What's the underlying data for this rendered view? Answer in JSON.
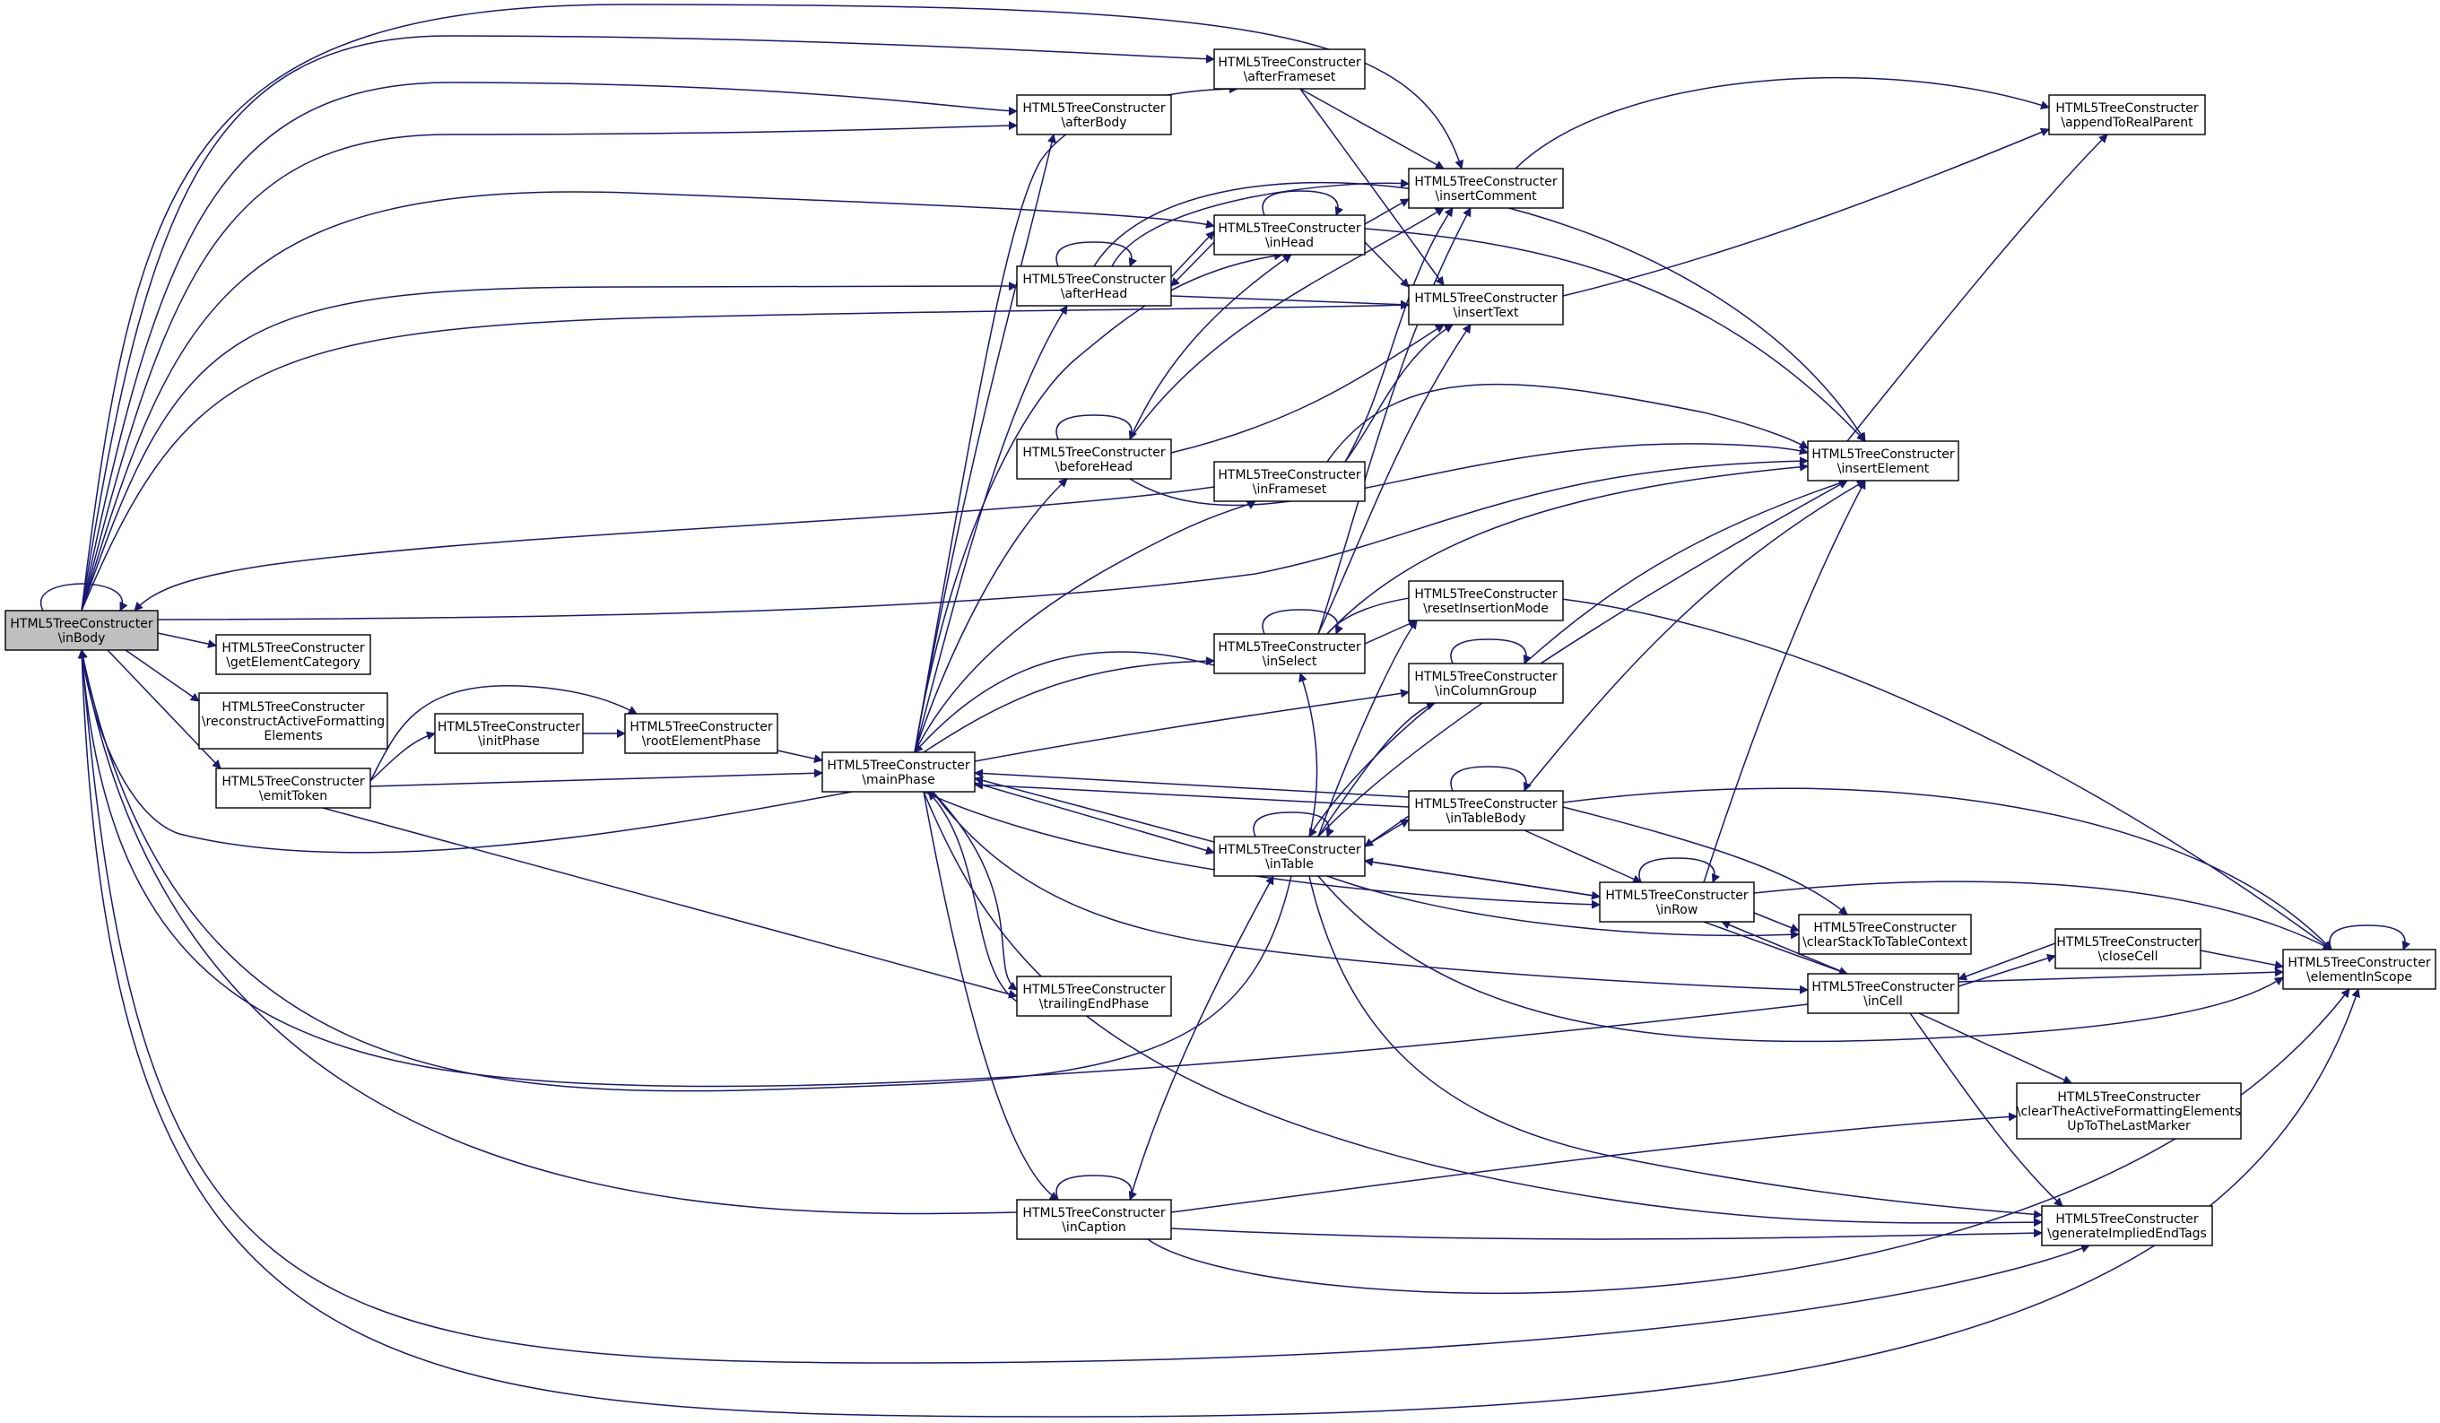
{
  "diagram": {
    "type": "call-graph",
    "colors": {
      "edge": "#191970",
      "node_border": "#000000",
      "node_fill": "#ffffff",
      "highlight_fill": "#bfbfbf"
    }
  },
  "nodes": {
    "inBody": [
      "HTML5TreeConstructer",
      "\\inBody"
    ],
    "getElementCategory": [
      "HTML5TreeConstructer",
      "\\getElementCategory"
    ],
    "reconstructActive": [
      "HTML5TreeConstructer",
      "\\reconstructActiveFormatting",
      "Elements"
    ],
    "emitToken": [
      "HTML5TreeConstructer",
      "\\emitToken"
    ],
    "initPhase": [
      "HTML5TreeConstructer",
      "\\initPhase"
    ],
    "rootElementPhase": [
      "HTML5TreeConstructer",
      "\\rootElementPhase"
    ],
    "mainPhase": [
      "HTML5TreeConstructer",
      "\\mainPhase"
    ],
    "afterFrameset": [
      "HTML5TreeConstructer",
      "\\afterFrameset"
    ],
    "afterBody": [
      "HTML5TreeConstructer",
      "\\afterBody"
    ],
    "afterHead": [
      "HTML5TreeConstructer",
      "\\afterHead"
    ],
    "beforeHead": [
      "HTML5TreeConstructer",
      "\\beforeHead"
    ],
    "trailingEndPhase": [
      "HTML5TreeConstructer",
      "\\trailingEndPhase"
    ],
    "inCaption": [
      "HTML5TreeConstructer",
      "\\inCaption"
    ],
    "inHead": [
      "HTML5TreeConstructer",
      "\\inHead"
    ],
    "inFrameset": [
      "HTML5TreeConstructer",
      "\\inFrameset"
    ],
    "inSelect": [
      "HTML5TreeConstructer",
      "\\inSelect"
    ],
    "inTable": [
      "HTML5TreeConstructer",
      "\\inTable"
    ],
    "insertComment": [
      "HTML5TreeConstructer",
      "\\insertComment"
    ],
    "insertText": [
      "HTML5TreeConstructer",
      "\\insertText"
    ],
    "resetInsertionMode": [
      "HTML5TreeConstructer",
      "\\resetInsertionMode"
    ],
    "inColumnGroup": [
      "HTML5TreeConstructer",
      "\\inColumnGroup"
    ],
    "inTableBody": [
      "HTML5TreeConstructer",
      "\\inTableBody"
    ],
    "inRow": [
      "HTML5TreeConstructer",
      "\\inRow"
    ],
    "insertElement": [
      "HTML5TreeConstructer",
      "\\insertElement"
    ],
    "clearStack": [
      "HTML5TreeConstructer",
      "\\clearStackToTableContext"
    ],
    "inCell": [
      "HTML5TreeConstructer",
      "\\inCell"
    ],
    "appendToRealParent": [
      "HTML5TreeConstructer",
      "\\appendToRealParent"
    ],
    "closeCell": [
      "HTML5TreeConstructer",
      "\\closeCell"
    ],
    "clearActiveFormatting": [
      "HTML5TreeConstructer",
      "\\clearTheActiveFormattingElements",
      "UpToTheLastMarker"
    ],
    "generateImplied": [
      "HTML5TreeConstructer",
      "\\generateImpliedEndTags"
    ],
    "elementInScope": [
      "HTML5TreeConstructer",
      "\\elementInScope"
    ]
  }
}
